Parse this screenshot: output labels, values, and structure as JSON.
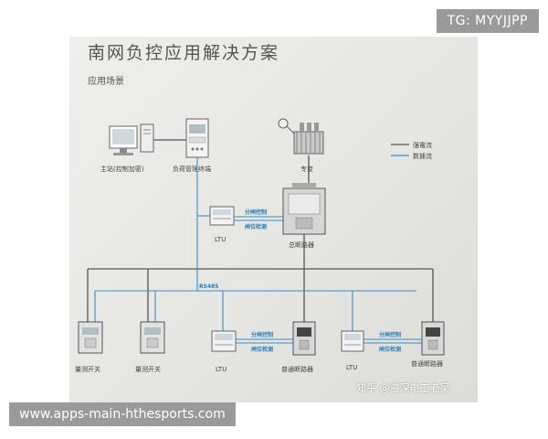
{
  "title": "南网负控应用解决方案",
  "subtitle": "应用场景",
  "legend": {
    "strong_current": "强電流",
    "data_flow": "数據流"
  },
  "nodes": {
    "master_station": "主站(控制加密)",
    "load_terminal": "负荷管理终端",
    "transformer": "专变",
    "ltu_top": "LTU",
    "main_breaker": "总断路器",
    "meter_switch_1": "量测开关",
    "meter_switch_2": "量测开关",
    "ltu_mid": "LTU",
    "breaker_1": "普通断路器",
    "ltu_right": "LTU",
    "breaker_2": "普通断路器"
  },
  "signals": {
    "top_control": "分闸控制",
    "top_detect": "闸位检测",
    "mid_control": "分闸控制",
    "mid_detect": "闸位检测",
    "right_control": "分闸控制",
    "right_detect": "闸位检测"
  },
  "bus_label": "RS485",
  "colors": {
    "strong_line": "#555555",
    "data_line": "#3a8fc4"
  },
  "watermark_top": "TG: MYYJJPP",
  "watermark_author": "知乎 @资深电工老吴",
  "watermark_url": "www.apps-main-hthesports.com"
}
